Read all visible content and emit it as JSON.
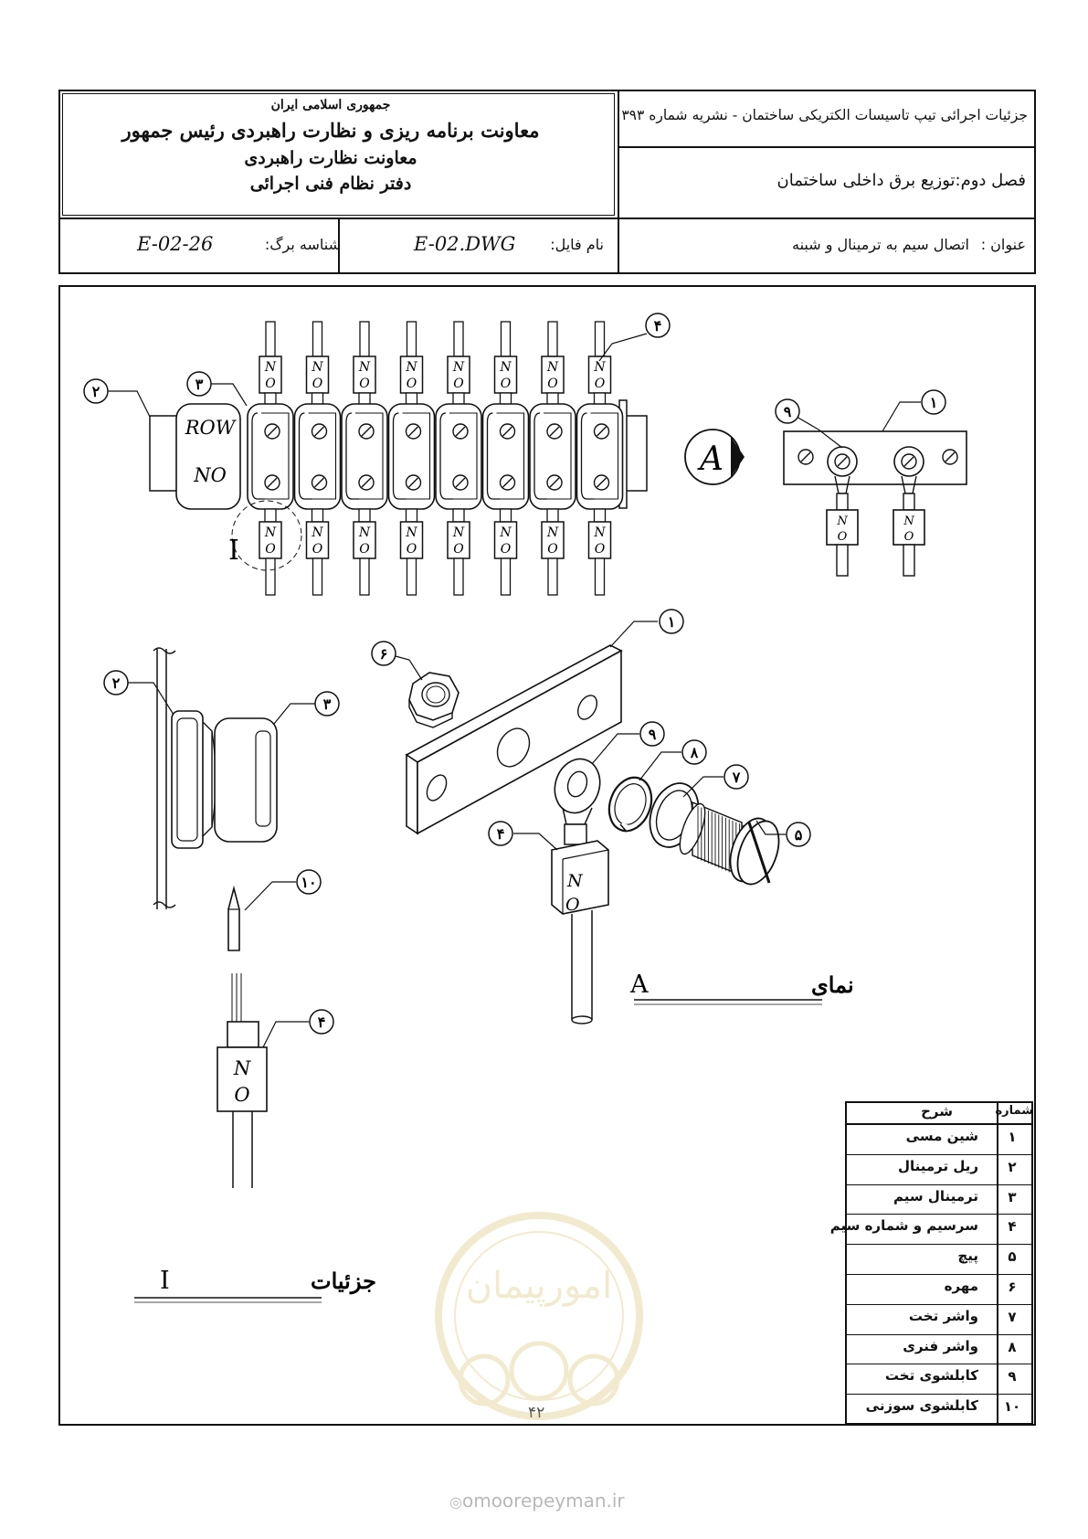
{
  "header": {
    "org_line1": "جمهوری اسلامی ایران",
    "org_line2": "معاونت برنامه ریزی و نظارت راهبردی رئیس جمهور",
    "org_line3": "معاونت نظارت راهبردی",
    "org_line4": "دفتر نظام فنی اجرائی",
    "publication": "جزئیات اجرائی تیپ تاسیسات الکتریکی ساختمان - نشریه شماره ۳۹۳",
    "chapter": "فصل دوم:توزیع برق داخلی ساختمان",
    "sheet_label": "شناسه برگ:",
    "sheet_id": "E-02-26",
    "file_label": "نام فایل:",
    "file_name": "E-02.DWG",
    "title_label": "عنوان :",
    "title": "اتصال سیم به ترمینال و شبنه"
  },
  "drawing": {
    "row_label": "ROW",
    "no_label": "NO",
    "wire_tag_n": "N",
    "wire_tag_o": "O",
    "view_marker": "A",
    "detail_marker": "I",
    "view_caption_text": "نمای",
    "view_caption_letter": "A",
    "detail_caption_text": "جزئیات",
    "detail_caption_letter": "I",
    "callouts": [
      "۱",
      "۲",
      "۳",
      "۴",
      "۵",
      "۶",
      "۷",
      "۸",
      "۹",
      "۱۰"
    ]
  },
  "legend": {
    "header_desc": "شرح",
    "header_num": "شماره",
    "rows": [
      {
        "num": "۱",
        "desc": "شین مسی"
      },
      {
        "num": "۲",
        "desc": "ریل ترمینال"
      },
      {
        "num": "۳",
        "desc": "ترمینال سیم"
      },
      {
        "num": "۴",
        "desc": "سرسیم و شماره سیم"
      },
      {
        "num": "۵",
        "desc": "پیچ"
      },
      {
        "num": "۶",
        "desc": "مهره"
      },
      {
        "num": "۷",
        "desc": "واشر تخت"
      },
      {
        "num": "۸",
        "desc": "واشر فنری"
      },
      {
        "num": "۹",
        "desc": "کابلشوی تخت"
      },
      {
        "num": "۱۰",
        "desc": "کابلشوی سوزنی"
      }
    ]
  },
  "page_number": "۴۲",
  "watermark": {
    "logo_text": "امورپیمان",
    "url": "omoorepeyman.ir"
  }
}
